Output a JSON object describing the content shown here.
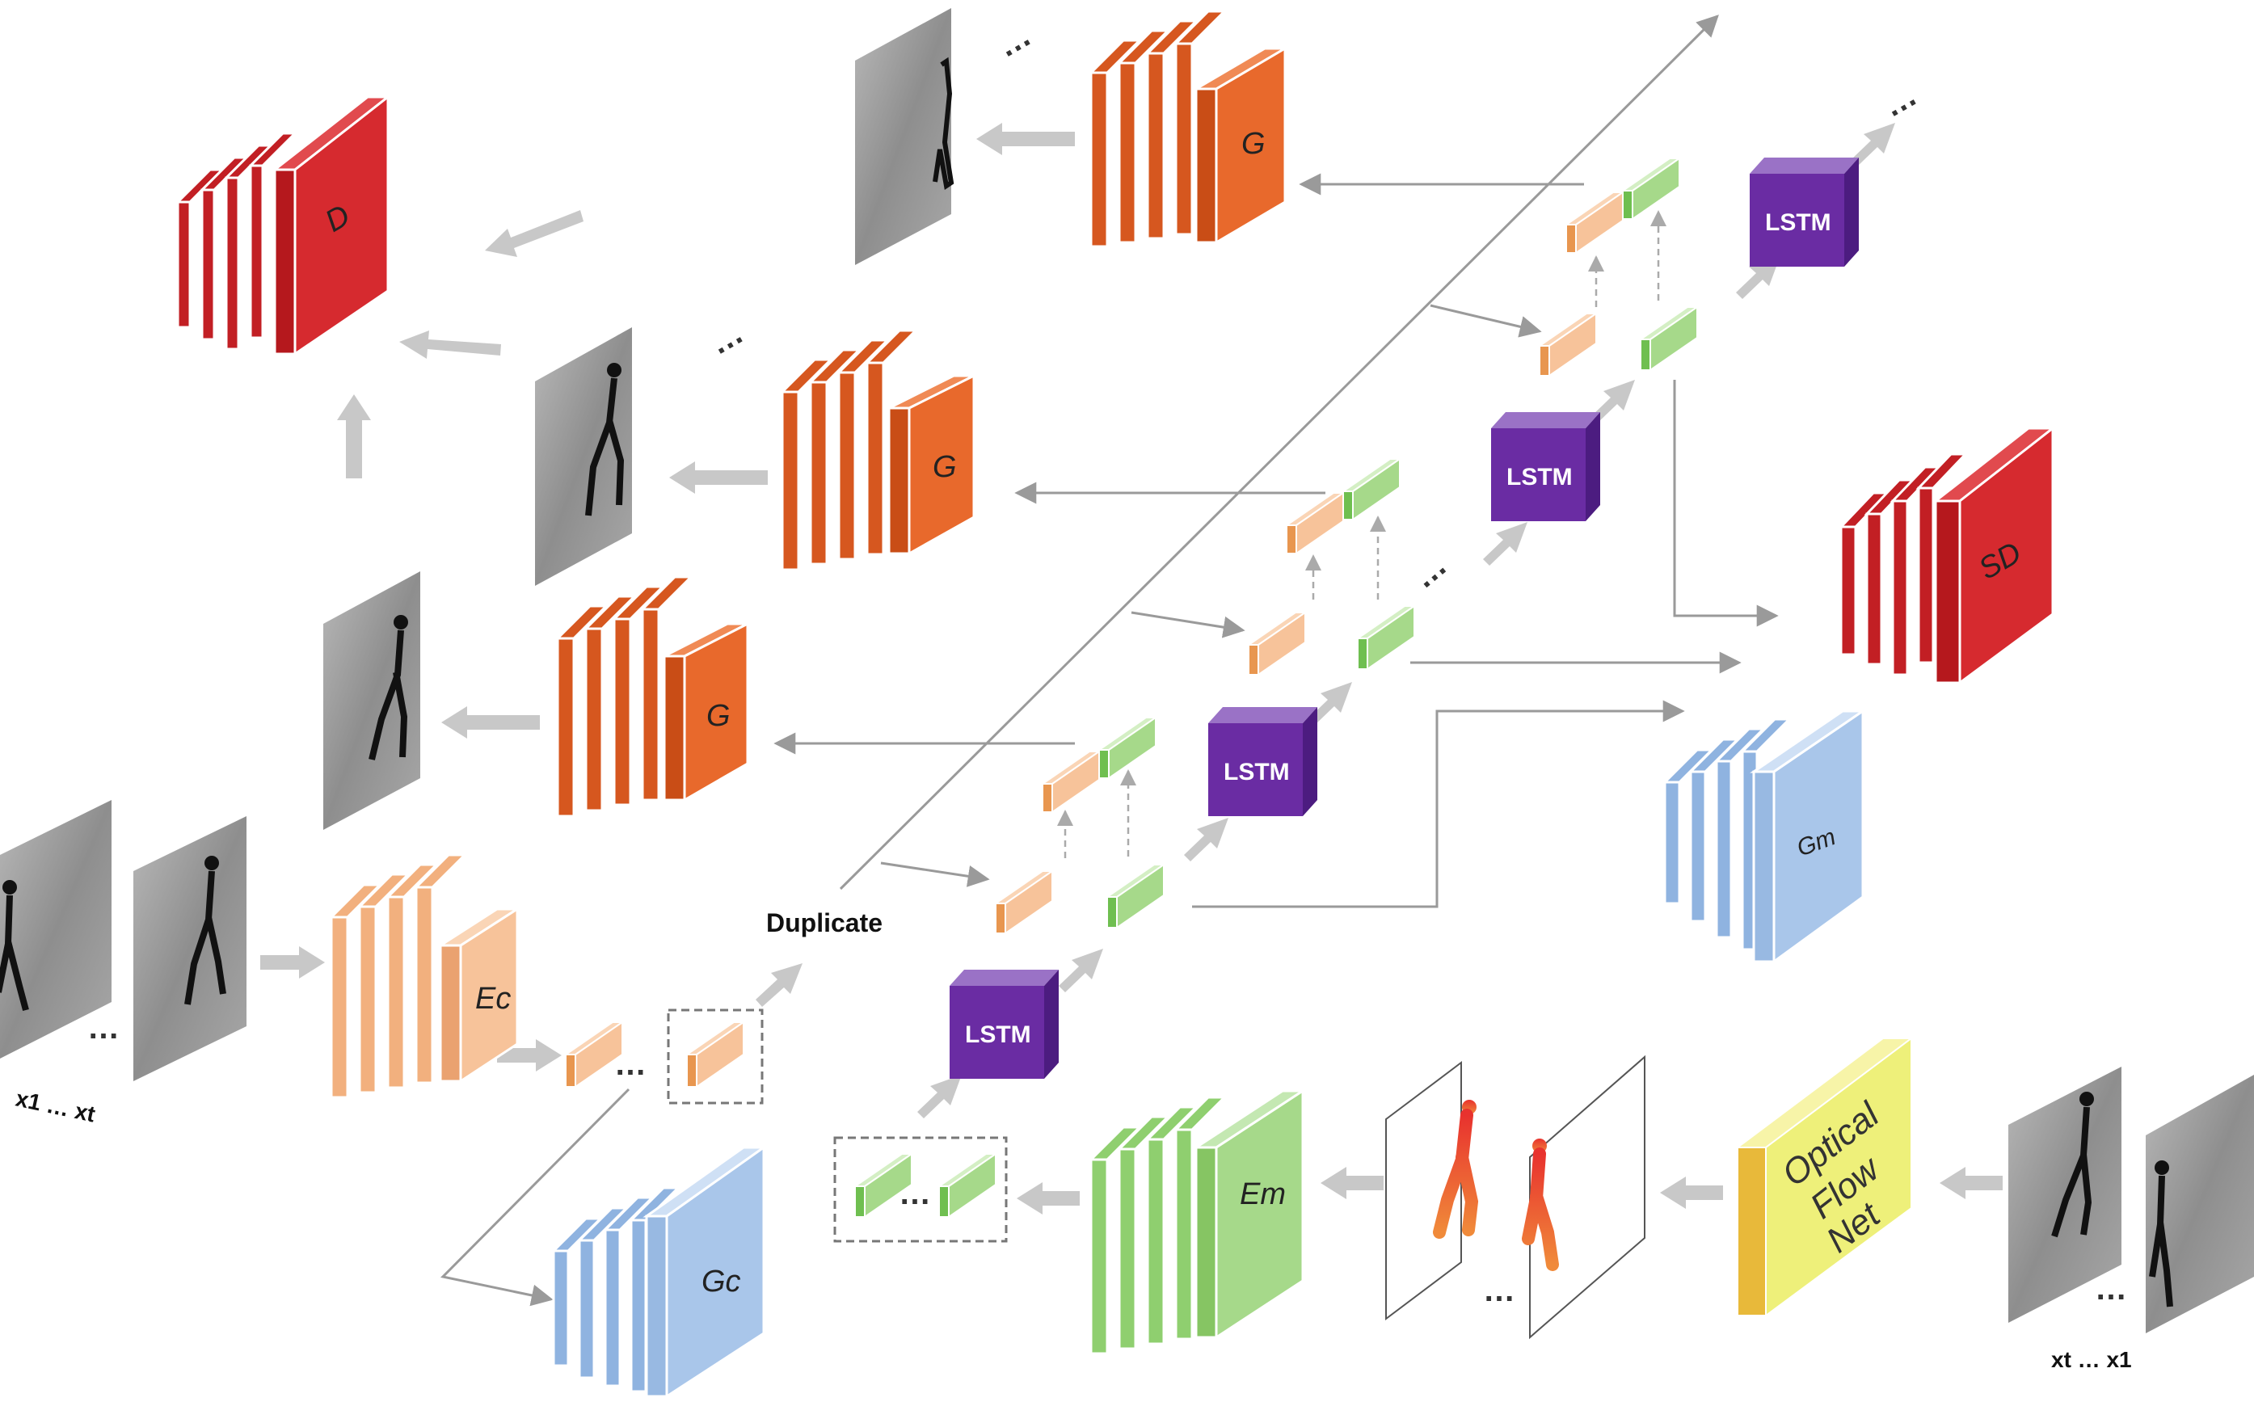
{
  "labels": {
    "lstm": "LSTM",
    "generator": "G",
    "discriminator": "D",
    "sequence_discriminator": "SD",
    "motion_generator": "Gm",
    "content_generator": "Gc",
    "content_encoder": "Ec",
    "motion_encoder": "Em",
    "optical_flow_net": [
      "Optical",
      "Flow",
      "Net"
    ],
    "duplicate": "Duplicate",
    "input_sequence": "x1 … xt",
    "reversed_sequence": "xt … x1",
    "ellipsis": "…"
  },
  "colors": {
    "red": "#d62a2f",
    "orange": "#e8692c",
    "peach": "#f7c39a",
    "green": "#a6d98a",
    "blue": "#a9c6ea",
    "purple": "#6a2ca3",
    "yellow": "#eef07a",
    "arrow_gray": "#c8c8c8",
    "line_gray": "#999999"
  }
}
